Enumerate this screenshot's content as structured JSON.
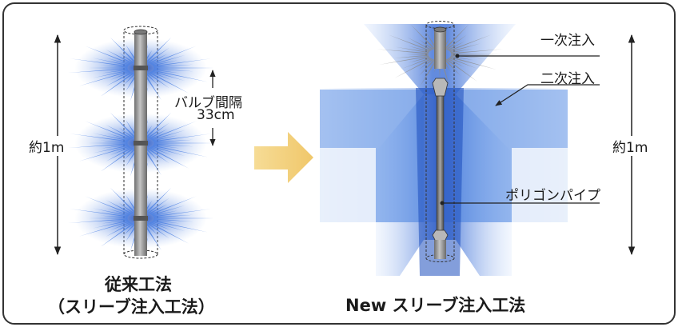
{
  "colors": {
    "border": "#333333",
    "glow_blue": "#2b5fc7",
    "spike_gray": "#9a9a9a",
    "pipe_gray": "#8d8d8d",
    "arrow_yellow": "#f3d27d"
  },
  "left_panel": {
    "height_label": "約1m",
    "valve_spacing_label": "バルブ間隔",
    "valve_spacing_value": "33cm",
    "title_line1": "従来工法",
    "title_line2": "（スリーブ注入工法）"
  },
  "right_panel": {
    "primary_injection_label": "一次注入",
    "secondary_injection_label": "二次注入",
    "height_label": "約1m",
    "pipe_label": "ポリゴンパイプ",
    "title": "New スリーブ注入工法"
  },
  "icons": {
    "transition_arrow": "right-arrow-icon"
  }
}
